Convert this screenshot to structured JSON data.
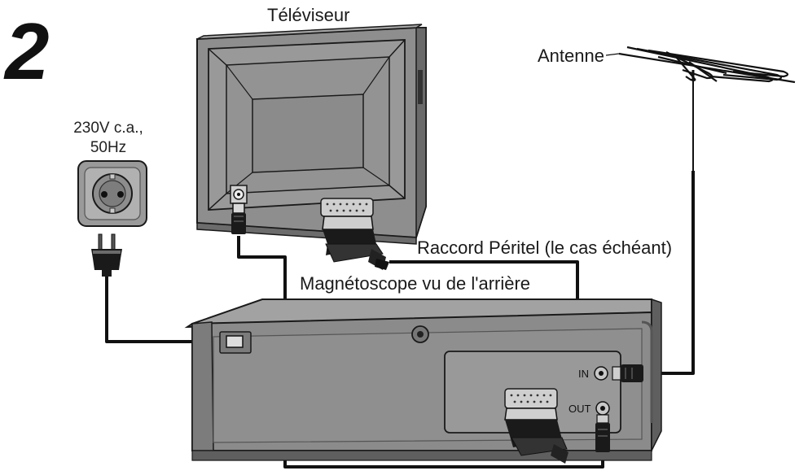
{
  "step_number": "2",
  "labels": {
    "tv": "Téléviseur",
    "antenna": "Antenne",
    "power_line1": "230V c.a.,",
    "power_line2": "50Hz",
    "scart": "Raccord Péritel (le cas échéant)",
    "vcr": "Magnétoscope vu de l'arrière",
    "port_in": "IN",
    "port_out": "OUT"
  },
  "colors": {
    "device_grey": "#8a8a8a",
    "device_dark": "#5f5f5f",
    "device_light": "#a5a5a5",
    "cable": "#111111",
    "outline": "#1a1a1a"
  },
  "icons": [
    "power-plug-icon",
    "wall-outlet-icon",
    "antenna-icon",
    "scart-connector-icon",
    "coax-plug-icon"
  ]
}
